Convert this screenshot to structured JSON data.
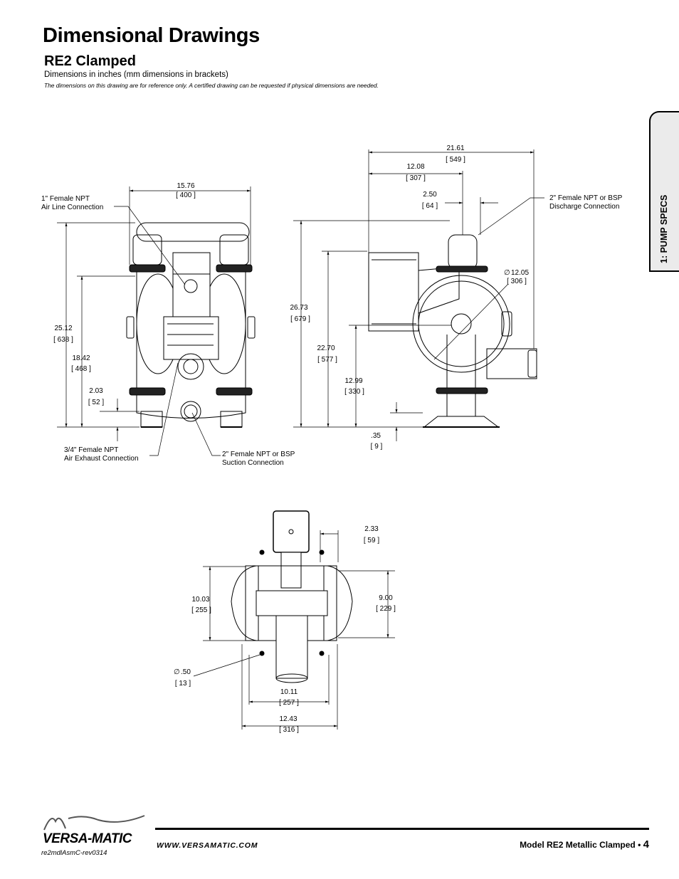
{
  "header": {
    "title": "Dimensional Drawings",
    "model": "RE2 Clamped",
    "units_note": "Dimensions in inches (mm dimensions in brackets)",
    "disclaimer": "The dimensions on this drawing are for reference only.  A certified drawing can be requested if physical dimensions are needed."
  },
  "side_tab": {
    "label": "1: PUMP SPECS"
  },
  "front_view": {
    "width": {
      "in": "15.76",
      "mm": "400"
    },
    "overall_height": {
      "in": "25.12",
      "mm": "638"
    },
    "inlet_height": {
      "in": "18.42",
      "mm": "468"
    },
    "base_height": {
      "in": "2.03",
      "mm": "52"
    },
    "air_line": [
      "1\" Female NPT",
      "Air Line Connection"
    ],
    "air_exhaust": [
      "3/4\" Female NPT",
      "Air Exhaust Connection"
    ],
    "suction": [
      "2\" Female NPT or BSP",
      "Suction Connection"
    ]
  },
  "side_view": {
    "overall_width": {
      "in": "21.61",
      "mm": "549"
    },
    "half_width": {
      "in": "12.08",
      "mm": "307"
    },
    "discharge_offset": {
      "in": "2.50",
      "mm": "64"
    },
    "discharge": [
      "2\" Female NPT or BSP",
      "Discharge Connection"
    ],
    "diameter": {
      "in": "12.05",
      "mm": "306"
    },
    "overall_height": {
      "in": "26.73",
      "mm": "679"
    },
    "discharge_height": {
      "in": "22.70",
      "mm": "577"
    },
    "center_height": {
      "in": "12.99",
      "mm": "330"
    },
    "base": {
      "in": ".35",
      "mm": "9"
    }
  },
  "top_view": {
    "offset": {
      "in": "2.33",
      "mm": "59"
    },
    "depth_left": {
      "in": "10.03",
      "mm": "255"
    },
    "depth_right": {
      "in": "9.00",
      "mm": "229"
    },
    "hole_dia": {
      "in": ".50",
      "mm": "13"
    },
    "bolt_span": {
      "in": "10.11",
      "mm": "257"
    },
    "overall": {
      "in": "12.43",
      "mm": "316"
    }
  },
  "footer": {
    "brand": "VERSA-MATIC",
    "website": "WWW.VERSAMATIC.COM",
    "model_label": "Model RE2 Metallic Clamped •",
    "page_number": "4",
    "doc_code": "re2mdlAsmC-rev0314"
  }
}
